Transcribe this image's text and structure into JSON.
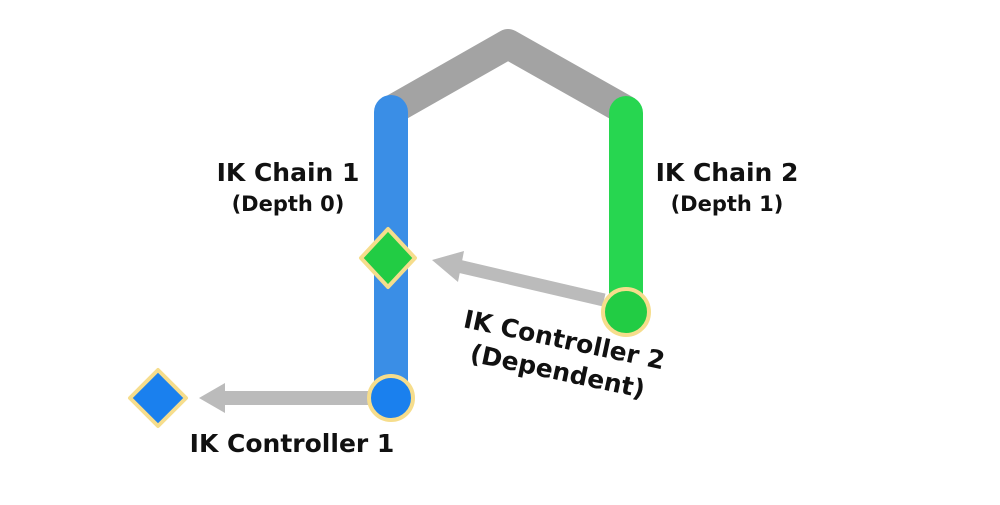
{
  "diagram": {
    "chain1": {
      "title": "IK Chain 1",
      "depth": "(Depth 0)",
      "color": "#3a8ee6"
    },
    "chain2": {
      "title": "IK Chain 2",
      "depth": "(Depth 1)",
      "color": "#27d650"
    },
    "controller1": {
      "label": "IK Controller 1",
      "color": "#1a80ee"
    },
    "controller2": {
      "label_line1": "IK Controller 2",
      "label_line2": "(Dependent)",
      "color": "#22cc44"
    },
    "colors": {
      "bone_connector": "#a3a3a3",
      "arrow": "#bbbbbb",
      "outline": "#f6dd8c"
    }
  }
}
